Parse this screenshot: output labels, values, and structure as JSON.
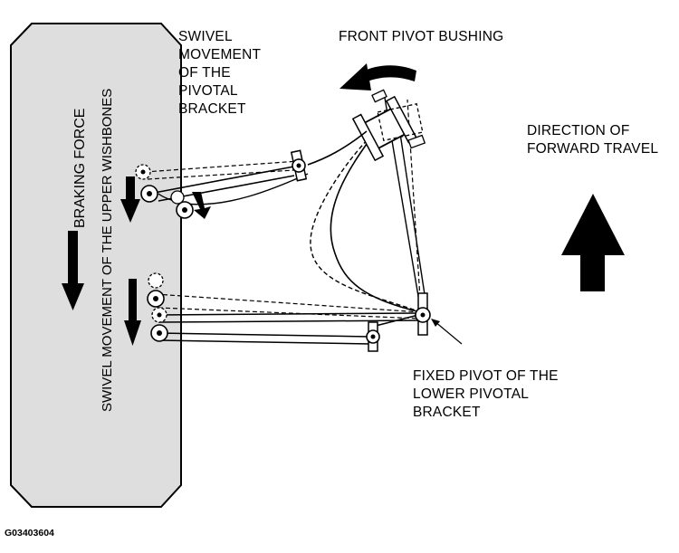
{
  "labels": {
    "swivel_pivotal_bracket": [
      "SWIVEL",
      "MOVEMENT",
      "OF THE",
      "PIVOTAL",
      "BRACKET"
    ],
    "front_pivot_bushing": "FRONT PIVOT BUSHING",
    "direction_forward_travel": [
      "DIRECTION OF",
      "FORWARD TRAVEL"
    ],
    "braking_force": "BRAKING FORCE",
    "swivel_upper_wishbones": "SWIVEL MOVEMENT OF THE UPPER WISHBONES",
    "fixed_pivot": [
      "FIXED PIVOT OF THE",
      "LOWER PIVOTAL",
      "BRACKET"
    ]
  },
  "figure_id": "G03403604",
  "colors": {
    "tire_fill": "#dedede",
    "line": "#000000",
    "background": "#ffffff"
  }
}
